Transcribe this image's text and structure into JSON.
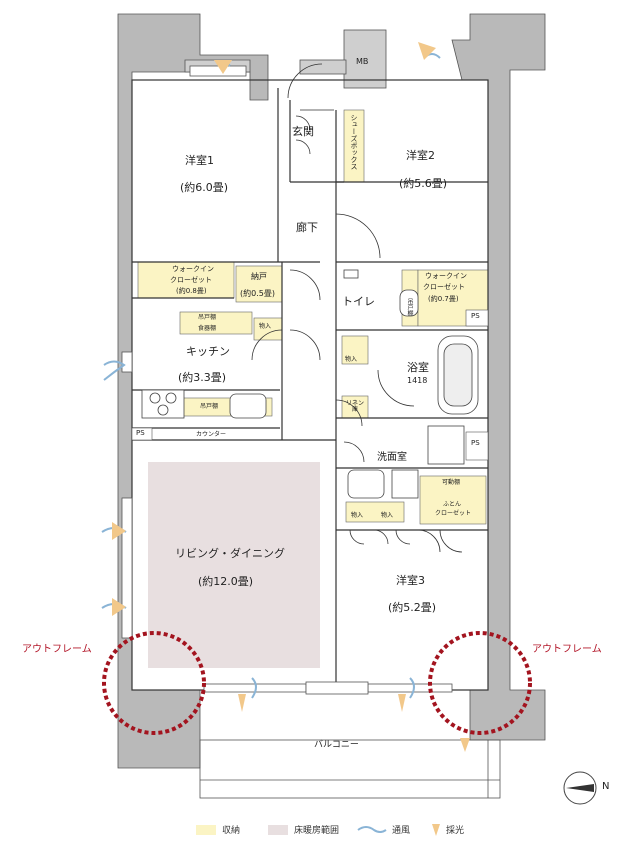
{
  "rooms": {
    "western1_name": "洋室1",
    "western1_size": "(約6.0畳)",
    "western2_name": "洋室2",
    "western2_size": "(約5.6畳)",
    "western3_name": "洋室3",
    "western3_size": "(約5.2畳)",
    "kitchen_name": "キッチン",
    "kitchen_size": "(約3.3畳)",
    "living_name": "リビング・ダイニング",
    "living_size": "(約12.0畳)",
    "entrance": "玄関",
    "hallway": "廊下",
    "toilet": "トイレ",
    "bath_name": "浴室",
    "bath_size": "1418",
    "washroom": "洗面室",
    "balcony": "バルコニー"
  },
  "storage": {
    "mb": "MB",
    "shoes_box": "シューズボックス",
    "wic1_line1": "ウォークイン",
    "wic1_line2": "クローゼット",
    "wic1_size": "(約0.8畳)",
    "nando_name": "納戸",
    "nando_size": "(約0.5畳)",
    "wic2_line1": "ウォークイン",
    "wic2_line2": "クローゼット",
    "wic2_size": "(約0.7畳)",
    "tsurito_top": "吊戸棚",
    "shokkidana": "食器棚",
    "tsurito_kitchen": "吊戸棚",
    "tsurito_toilet": "吊戸棚",
    "monoire_kitchen": "物入",
    "monoire_hall": "物入",
    "monoire_wash1": "物入",
    "monoire_wash2": "物入",
    "linen": "リネン庫",
    "kadoudana": "可動棚",
    "futon_line1": "ふとん",
    "futon_line2": "クローゼット",
    "counter": "カウンター",
    "ps1": "PS",
    "ps2": "PS",
    "ps3": "PS"
  },
  "outframe_left": "アウトフレーム",
  "outframe_right": "アウトフレーム",
  "compass": "N",
  "legend": {
    "storage": "収納",
    "floor_heating": "床暖房範囲",
    "ventilation": "通風",
    "daylight": "採光"
  },
  "colors": {
    "storage": "#fbf4c4",
    "floor_heating": "#e8dfe0",
    "wall": "#b9b9b9",
    "outframe": "#a3141f",
    "ventilation": "#8ab4d6",
    "daylight": "#f2c88a"
  }
}
